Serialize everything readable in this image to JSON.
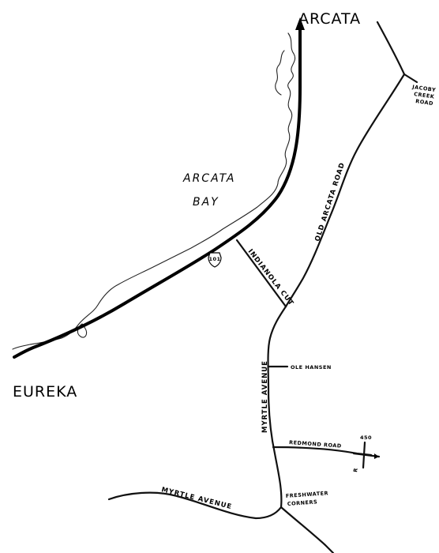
{
  "places": {
    "arcata": "ARCATA",
    "eureka": "EUREKA",
    "bay_line1": "ARCATA",
    "bay_line2": "BAY"
  },
  "roads": {
    "old_arcata_road": "OLD ARCATA ROAD",
    "indianola_cut": "INDIANOLA CUT",
    "myrtle_avenue_north": "MYRTLE AVENUE",
    "myrtle_avenue_south": "MYRTLE AVENUE",
    "ole_hansen": "OLE HANSEN",
    "redmond_road": "REDMOND ROAD",
    "jacoby_line1": "JACOBY",
    "jacoby_line2": "CREEK",
    "jacoby_line3": "ROAD",
    "freshwater_line1": "FRESHWATER",
    "freshwater_line2": "CORNERS"
  },
  "highway": {
    "shield": "101"
  },
  "markers": {
    "elevation": "450",
    "compass_letter": "R"
  }
}
